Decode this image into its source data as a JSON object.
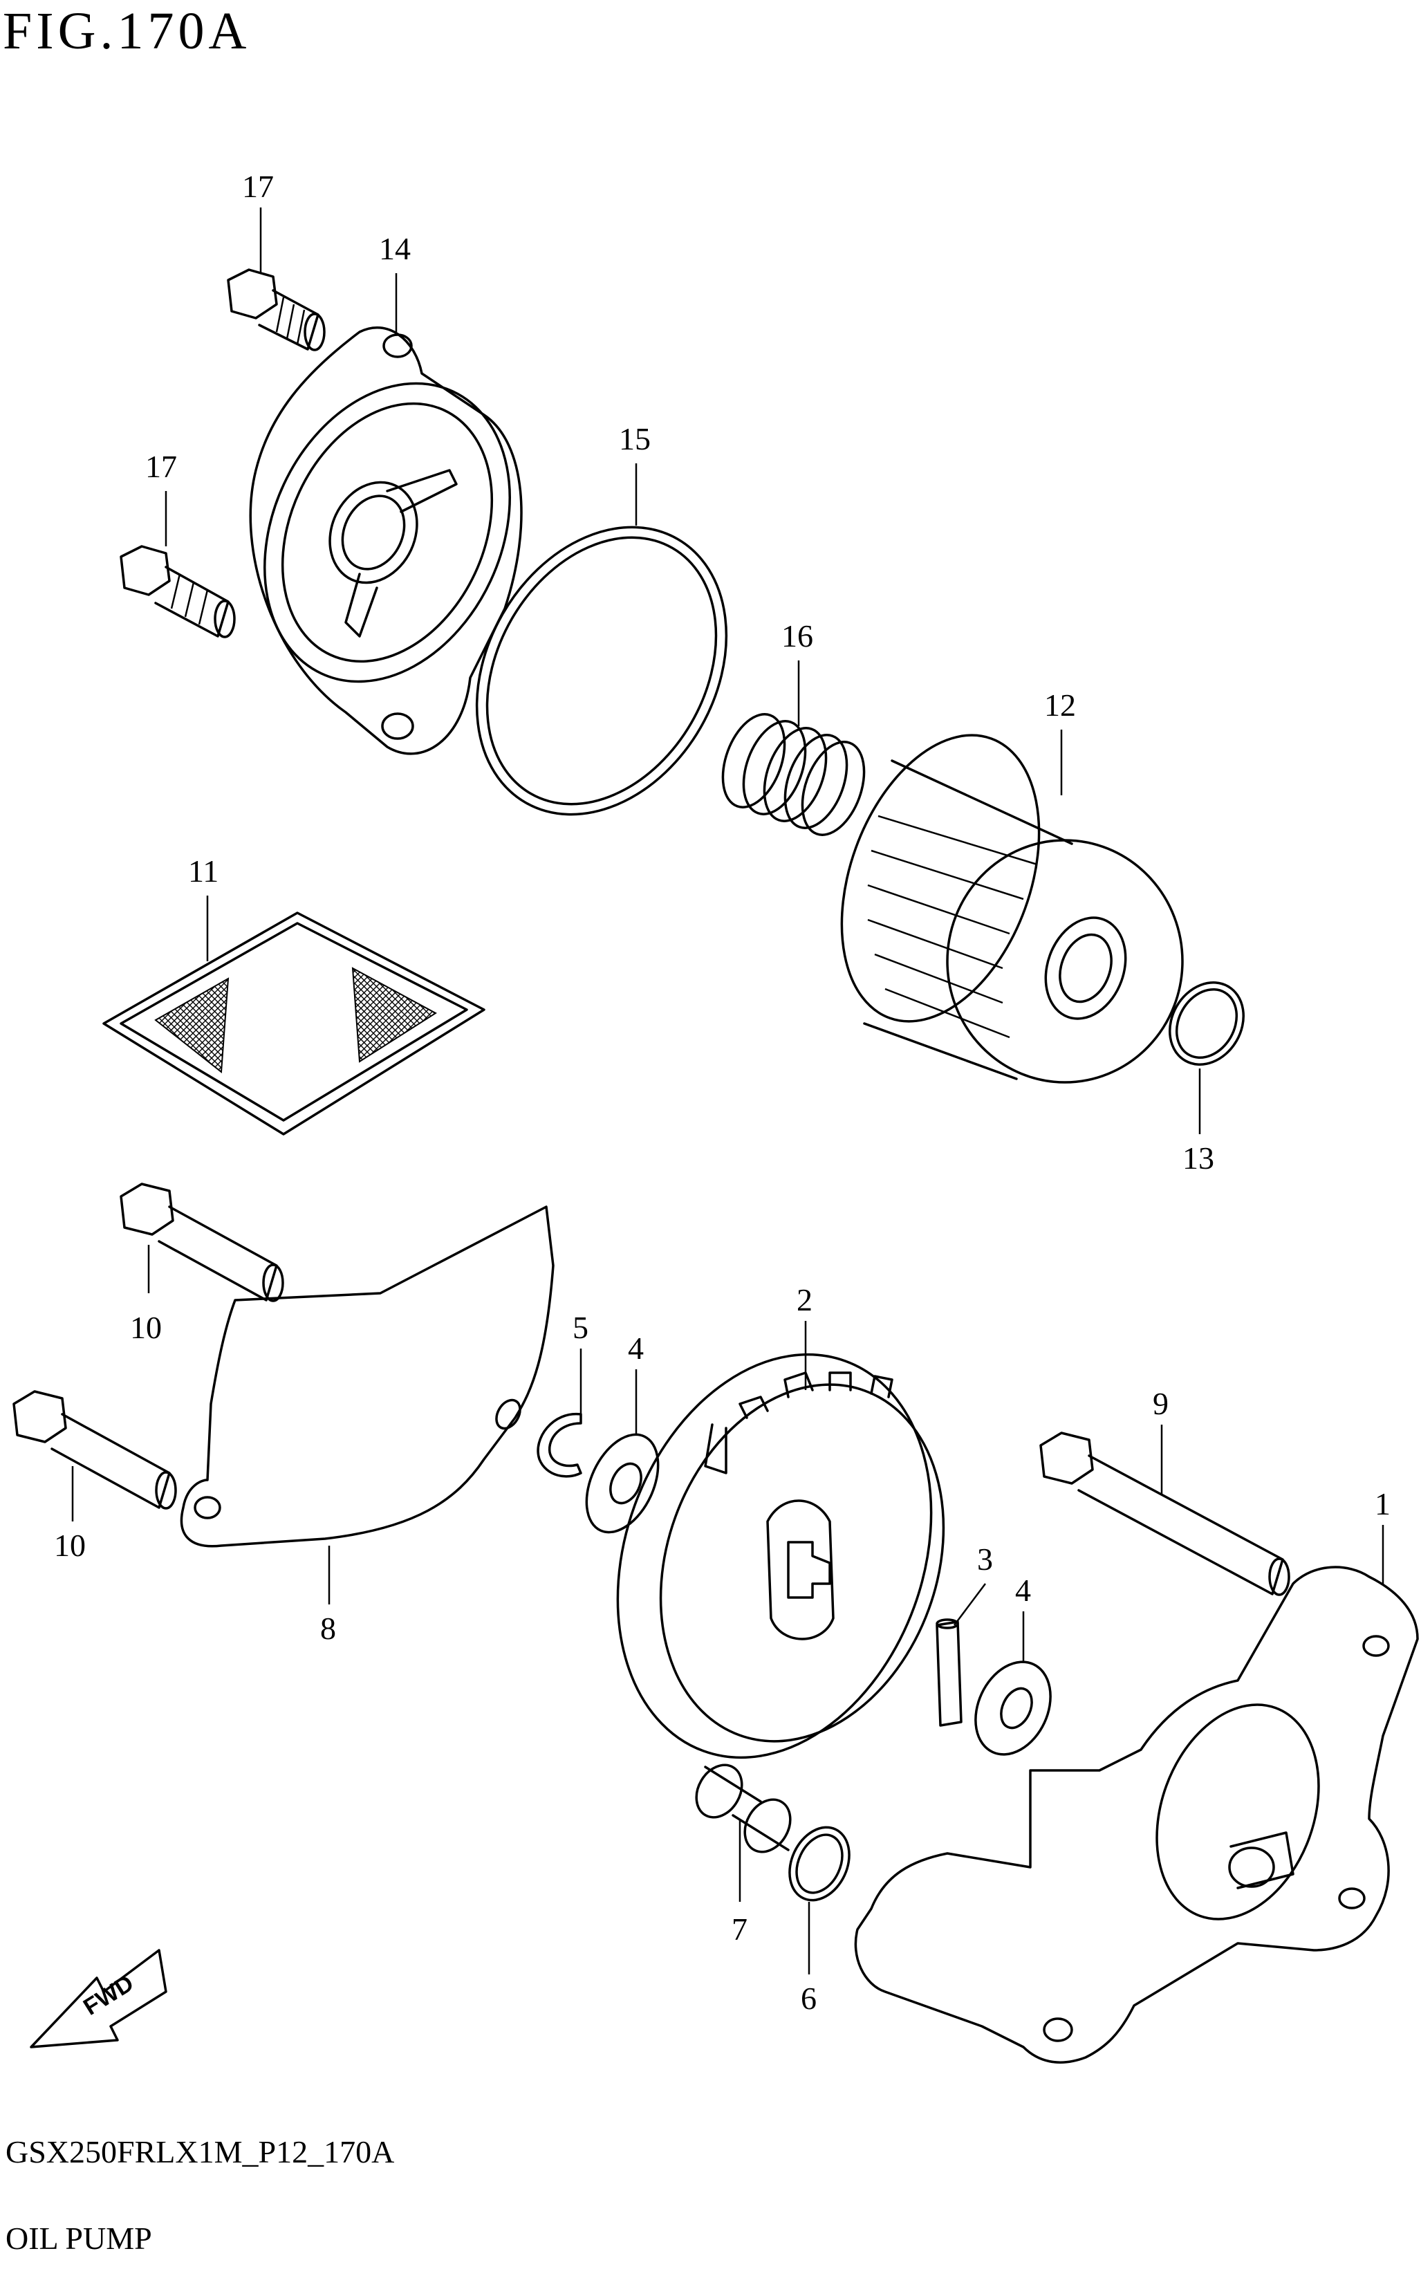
{
  "figure": {
    "title": "FIG.170A",
    "code": "GSX250FRLX1M_P12_170A",
    "name": "OIL PUMP"
  },
  "callouts": [
    "17",
    "14",
    "17",
    "15",
    "16",
    "12",
    "11",
    "13",
    "10",
    "5",
    "4",
    "2",
    "9",
    "10",
    "1",
    "8",
    "3",
    "4",
    "7",
    "6"
  ],
  "fwd_label": "FWD",
  "colors": {
    "line": "#000000",
    "background": "#ffffff"
  }
}
